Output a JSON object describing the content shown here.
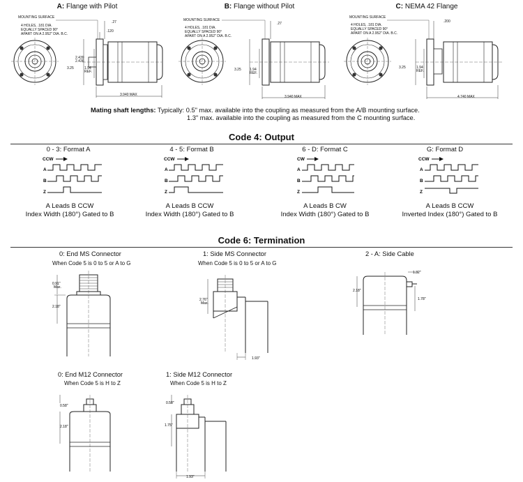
{
  "flanges": {
    "a": {
      "letter": "A:",
      "name": "Flange with Pilot"
    },
    "b": {
      "letter": "B:",
      "name": "Flange without Pilot"
    },
    "c": {
      "letter": "C:",
      "name": "NEMA 42 Flange"
    },
    "mounting_surface": "MOUNTING SURFACE",
    "holes_note_1": "4 HOLES, .181 DIA.",
    "holes_note_2": "EQUALLY SPACED 90°",
    "holes_note_3": "APART ON A 2.952\" DIA. B.C.",
    "dims": {
      "a_top": ".27",
      "a_pilot": ".120",
      "a_d1": "2.439",
      "a_d2": "2.436",
      "h325": "3.25",
      "ref_val": "1.94",
      "ref_label": "REF.",
      "a_len": "3.940 MAX",
      "b_top": ".27",
      "b_len": "3.940 MAX",
      "c_top": ".200",
      "c_len": "4.740 MAX"
    }
  },
  "mating": {
    "label": "Mating shaft lengths:",
    "line1": " Typically:  0.5\" max. available into the coupling as measured from the A/B mounting surface.",
    "line2": "1.3\" max. available into the coupling as measured from the C mounting surface."
  },
  "output": {
    "title": "Code 4: Output",
    "formats": [
      {
        "title": "0 - 3: Format A",
        "dir": "CCW",
        "cap1": "A Leads B CCW",
        "cap2": "Index Width (180°) Gated to B"
      },
      {
        "title": "4 - 5: Format B",
        "dir": "CCW",
        "cap1": "A Leads B CCW",
        "cap2": "Index Width (180°) Gated to B"
      },
      {
        "title": "6 - D: Format C",
        "dir": "CW",
        "cap1": "A Leads B CW",
        "cap2": "Index Width (180°) Gated to B"
      },
      {
        "title": "G: Format D",
        "dir": "CCW",
        "cap1": "A Leads B CCW",
        "cap2": "Inverted Index (180°) Gated to B"
      }
    ],
    "channels": [
      "A",
      "B",
      "Z"
    ]
  },
  "termination": {
    "title": "Code 6: Termination",
    "end_ms": {
      "title": "0:  End MS Connector",
      "sub": "When Code 5 is 0 to 5 or A to G",
      "d1": "0.91\"",
      "d1b": "Max.",
      "d2": "2.18\""
    },
    "side_ms": {
      "title": "1:  Side MS Connector",
      "sub": "When Code 5 is 0 to 5 or A to G",
      "d1": "2.76\"",
      "d1b": "Max.",
      "d2": "1.93\""
    },
    "side_cable": {
      "title": "2 - A:  Side Cable",
      "d1": "1.32\"",
      "d2": "2.18\"",
      "d3": "1.78\""
    },
    "end_m12": {
      "title": "0:  End M12 Connector",
      "sub": "When Code 5 is H to Z",
      "d1": "0.58\"",
      "d2": "2.18\""
    },
    "side_m12": {
      "title": "1:  Side M12 Connector",
      "sub": "When Code 5 is H to Z",
      "d1": "0.58\"",
      "d2": "1.75\"",
      "d3": "1.93\""
    }
  }
}
